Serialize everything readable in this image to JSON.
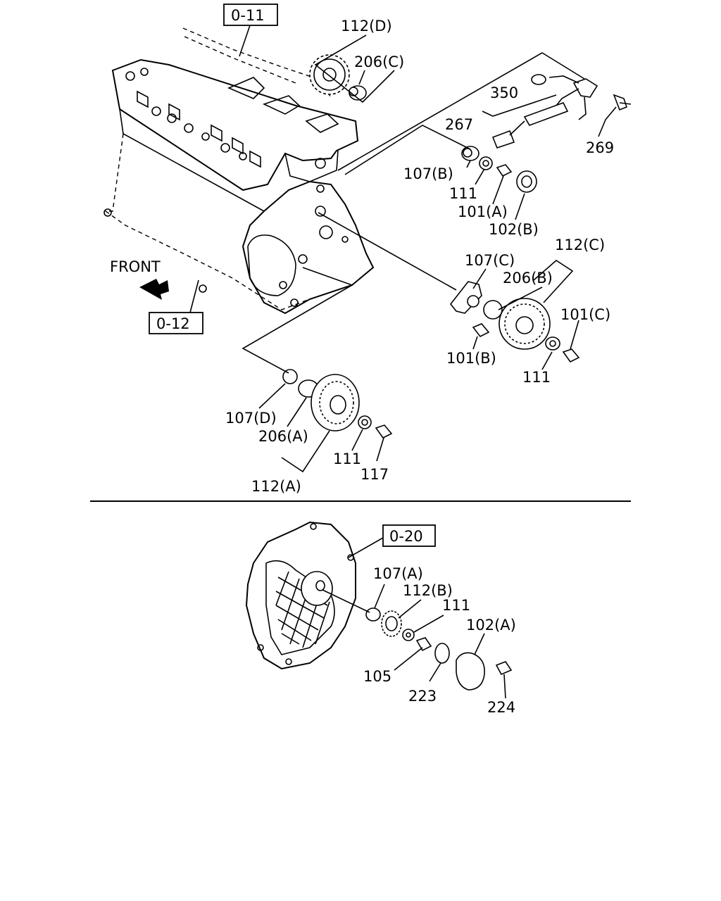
{
  "refs": {
    "r011": "0-11",
    "r012": "0-12",
    "r020": "0-20"
  },
  "front_label": "FRONT",
  "labels": {
    "l112D": "112(D)",
    "l206C": "206(C)",
    "l350": "350",
    "l267": "267",
    "l269": "269",
    "l107B": "107(B)",
    "l111a": "111",
    "l101A": "101(A)",
    "l102B": "102(B)",
    "l112C": "112(C)",
    "l107C": "107(C)",
    "l206B": "206(B)",
    "l101C": "101(C)",
    "l101B": "101(B)",
    "l111b": "111",
    "l107D": "107(D)",
    "l206A": "206(A)",
    "l111c": "111",
    "l117": "117",
    "l112A": "112(A)",
    "l107A": "107(A)",
    "l112B": "112(B)",
    "l111d": "111",
    "l102A": "102(A)",
    "l105": "105",
    "l223": "223",
    "l224": "224"
  },
  "colors": {
    "ink": "#000000",
    "paper": "#ffffff"
  }
}
